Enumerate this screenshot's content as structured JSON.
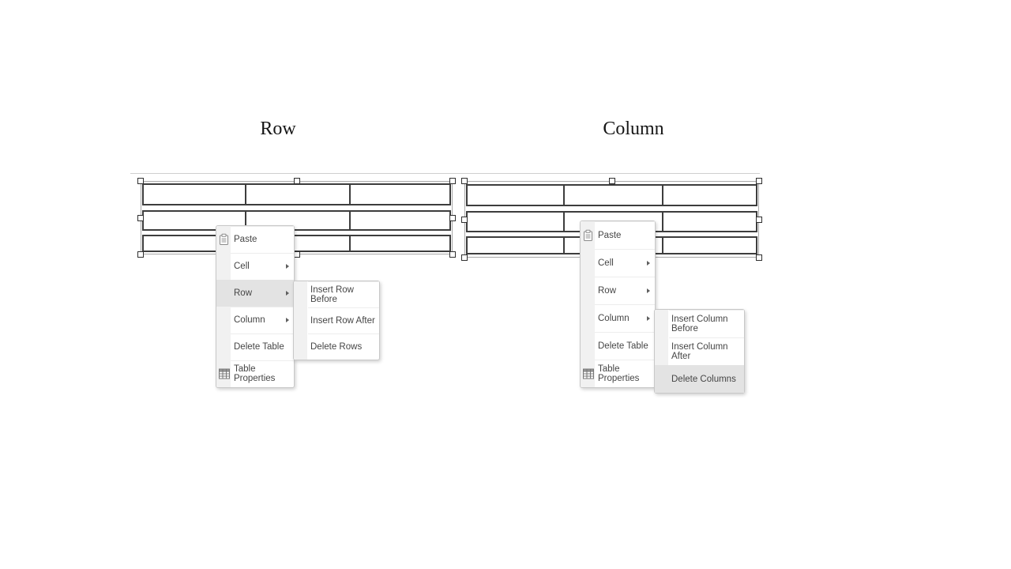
{
  "page": {
    "row_section_label": "Row",
    "column_section_label": "Column"
  },
  "colors": {
    "menu_highlight": "#e3e3e3",
    "menu_gutter": "#f1f1f1",
    "menu_border": "#c8c8c8",
    "menu_text": "#454545",
    "table_border": "#3d3d3d",
    "selection_border": "#a8a8a8"
  },
  "row_menu": {
    "items": [
      {
        "label": "Paste",
        "icon": "paste-icon",
        "has_submenu": false,
        "highlighted": false
      },
      {
        "label": "Cell",
        "has_submenu": true,
        "highlighted": false
      },
      {
        "label": "Row",
        "has_submenu": true,
        "highlighted": true
      },
      {
        "label": "Column",
        "has_submenu": true,
        "highlighted": false
      },
      {
        "label": "Delete Table",
        "has_submenu": false,
        "highlighted": false
      },
      {
        "label": "Table Properties",
        "icon": "table-grid-icon",
        "has_submenu": false,
        "highlighted": false
      }
    ],
    "submenu": {
      "items": [
        {
          "label": "Insert Row Before",
          "highlighted": false
        },
        {
          "label": "Insert Row After",
          "highlighted": false
        },
        {
          "label": "Delete Rows",
          "highlighted": false
        }
      ]
    }
  },
  "column_menu": {
    "items": [
      {
        "label": "Paste",
        "icon": "paste-icon",
        "has_submenu": false,
        "highlighted": false
      },
      {
        "label": "Cell",
        "has_submenu": true,
        "highlighted": false
      },
      {
        "label": "Row",
        "has_submenu": true,
        "highlighted": false
      },
      {
        "label": "Column",
        "has_submenu": true,
        "highlighted": false
      },
      {
        "label": "Delete Table",
        "has_submenu": false,
        "highlighted": false
      },
      {
        "label": "Table Properties",
        "icon": "table-grid-icon",
        "has_submenu": false,
        "highlighted": false
      }
    ],
    "submenu": {
      "items": [
        {
          "label": "Insert Column Before",
          "highlighted": false
        },
        {
          "label": "Insert Column After",
          "highlighted": false
        },
        {
          "label": "Delete Columns",
          "highlighted": true
        }
      ]
    }
  }
}
